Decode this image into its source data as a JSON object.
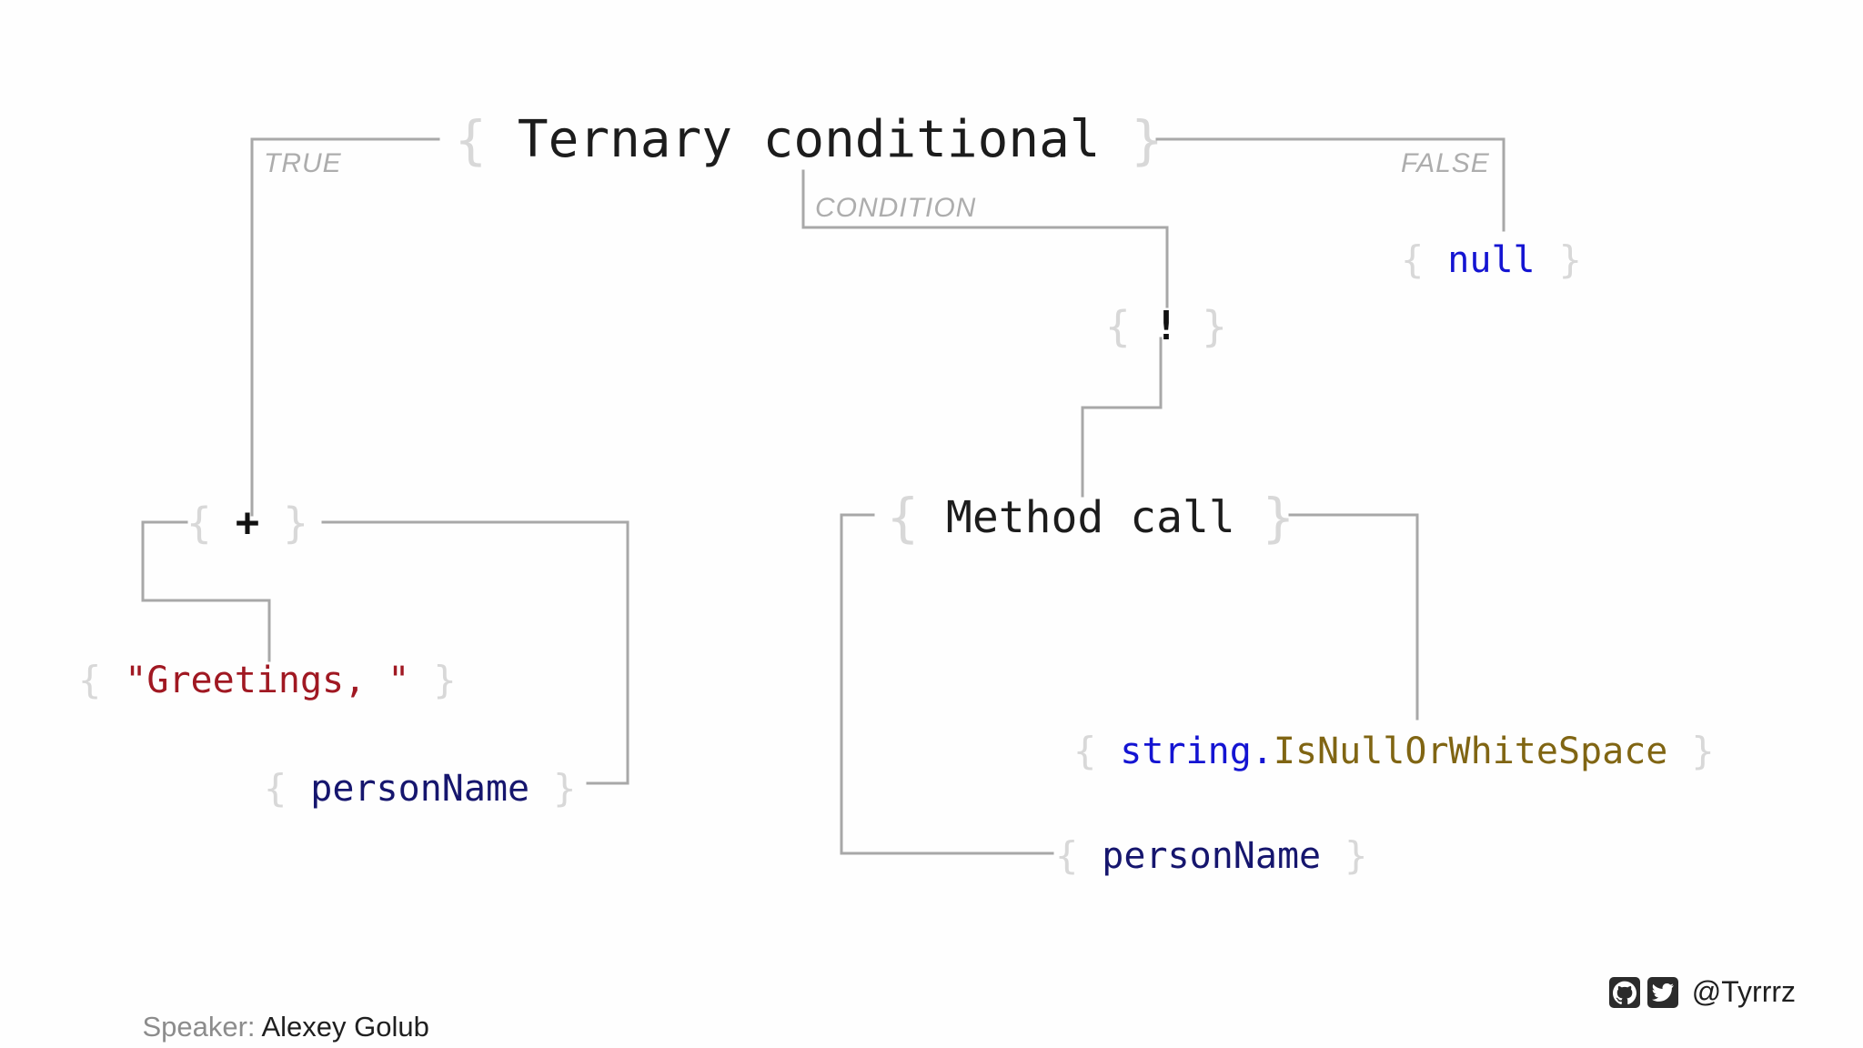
{
  "slide": {
    "background_color": "#fefefe",
    "connector_color": "#a8a8a8",
    "brace_color": "#d8d8d8"
  },
  "tree": {
    "root": {
      "label": "Ternary conditional",
      "open_brace": "{",
      "close_brace": "}"
    },
    "edge_labels": {
      "true": "TRUE",
      "condition": "CONDITION",
      "false": "FALSE"
    },
    "nodes": {
      "false_branch": {
        "label": "null",
        "kind": "keyword",
        "color": "#1414d2",
        "open_brace": "{",
        "close_brace": "}"
      },
      "not_operator": {
        "label": "!",
        "kind": "operator",
        "color": "#111111",
        "open_brace": "{",
        "close_brace": "}"
      },
      "method_call": {
        "label": "Method call",
        "kind": "title",
        "color": "#1c1c1c",
        "open_brace": "{",
        "close_brace": "}"
      },
      "method_target": {
        "type_name": "string",
        "dot": ".",
        "member_name": "IsNullOrWhiteSpace",
        "type_color": "#1414d2",
        "member_color": "#806513",
        "open_brace": "{",
        "close_brace": "}"
      },
      "method_argument": {
        "label": "personName",
        "kind": "identifier",
        "color": "#16166e",
        "open_brace": "{",
        "close_brace": "}"
      },
      "plus_operator": {
        "label": "+",
        "kind": "operator",
        "color": "#111111",
        "open_brace": "{",
        "close_brace": "}"
      },
      "string_literal": {
        "label": "\"Greetings, \"",
        "kind": "string",
        "color": "#a01822",
        "open_brace": "{",
        "close_brace": "}"
      },
      "plus_right_operand": {
        "label": "personName",
        "kind": "identifier",
        "color": "#16166e",
        "open_brace": "{",
        "close_brace": "}"
      }
    }
  },
  "footer": {
    "speaker_label": "Speaker:",
    "speaker_name": "Alexey Golub",
    "handle": "@Tyrrrz",
    "icons": [
      {
        "name": "github-icon"
      },
      {
        "name": "twitter-icon"
      }
    ]
  }
}
